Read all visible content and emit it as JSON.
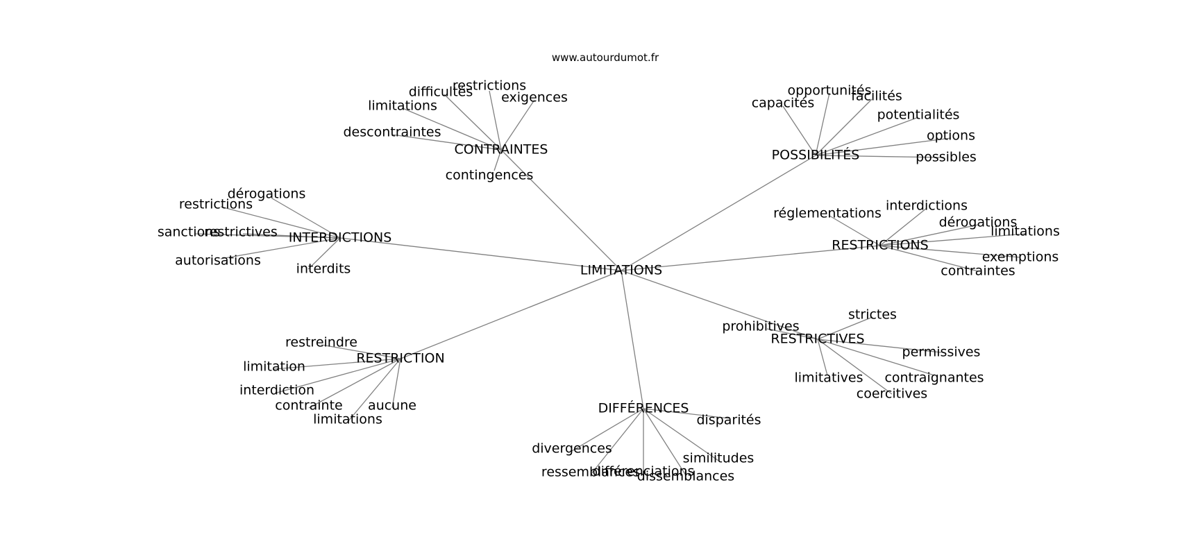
{
  "credit": "www.autourdumot.fr",
  "edge_color": "#808080",
  "text_color": "#000000",
  "root": "LIMITATIONS",
  "clusters": [
    {
      "label": "CONTRAINTES",
      "words": [
        "restrictions",
        "difficultés",
        "exigences",
        "limitations",
        "descontraintes",
        "contingences"
      ]
    },
    {
      "label": "POSSIBILITÉS",
      "words": [
        "opportunités",
        "capacités",
        "facilités",
        "potentialités",
        "options",
        "possibles"
      ]
    },
    {
      "label": "INTERDICTIONS",
      "words": [
        "dérogations",
        "restrictions",
        "sanctions",
        "restrictives",
        "autorisations",
        "interdits"
      ]
    },
    {
      "label": "RESTRICTIONS",
      "words": [
        "réglementations",
        "interdictions",
        "dérogations",
        "limitations",
        "exemptions",
        "contraintes"
      ]
    },
    {
      "label": "RESTRICTIVES",
      "words": [
        "strictes",
        "prohibitives",
        "permissives",
        "limitatives",
        "contraignantes",
        "coercitives"
      ]
    },
    {
      "label": "RESTRICTION",
      "words": [
        "restreindre",
        "limitation",
        "interdiction",
        "contrainte",
        "aucune",
        "limitations"
      ]
    },
    {
      "label": "DIFFÉRENCES",
      "words": [
        "disparités",
        "divergences",
        "similitudes",
        "ressemblances",
        "différenciations",
        "dissemblances"
      ]
    }
  ]
}
